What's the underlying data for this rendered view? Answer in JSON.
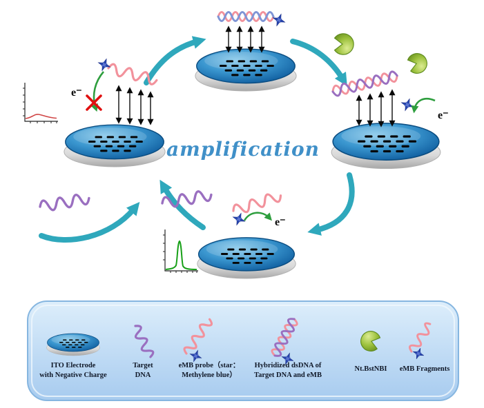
{
  "diagram": {
    "center_label": "amplification",
    "electron_label": "e⁻"
  },
  "legend": {
    "items": [
      {
        "line1": "ITO Electrode",
        "line2": "with Negative Charge",
        "icon": "ito-electrode-icon"
      },
      {
        "line1": "Target",
        "line2": "DNA",
        "icon": "target-dna-icon"
      },
      {
        "line1": "eMB probe（star：",
        "line2": "Methylene blue）",
        "icon": "emb-probe-icon"
      },
      {
        "line1": "Hybridized dsDNA of",
        "line2": "Target DNA and eMB",
        "icon": "hybridized-dsdna-icon"
      },
      {
        "line1": "Nt.BstNBI",
        "line2": "",
        "icon": "nt-bstnbi-enzyme-icon"
      },
      {
        "line1": "eMB Fragments",
        "line2": "",
        "icon": "emb-fragments-icon"
      }
    ]
  },
  "colors": {
    "cycle_arrow_teal": "#2fa8bc",
    "emb_probe_pink": "#f2929c",
    "target_dna_purple": "#9a6fc0",
    "helix_second_strand_blue": "#7f95d6",
    "electrode_blue": "#2e86c6",
    "enzyme_green": "#9cc13d",
    "star_blue": "#2746b0",
    "amplification_text_blue": "#4090c8",
    "blocked_x_red": "#e01010",
    "electron_arrow_green": "#2e9e3e",
    "signal_low_red": "#d04545",
    "signal_high_green": "#18a018",
    "legend_panel_blue": "#c3dcf5"
  }
}
